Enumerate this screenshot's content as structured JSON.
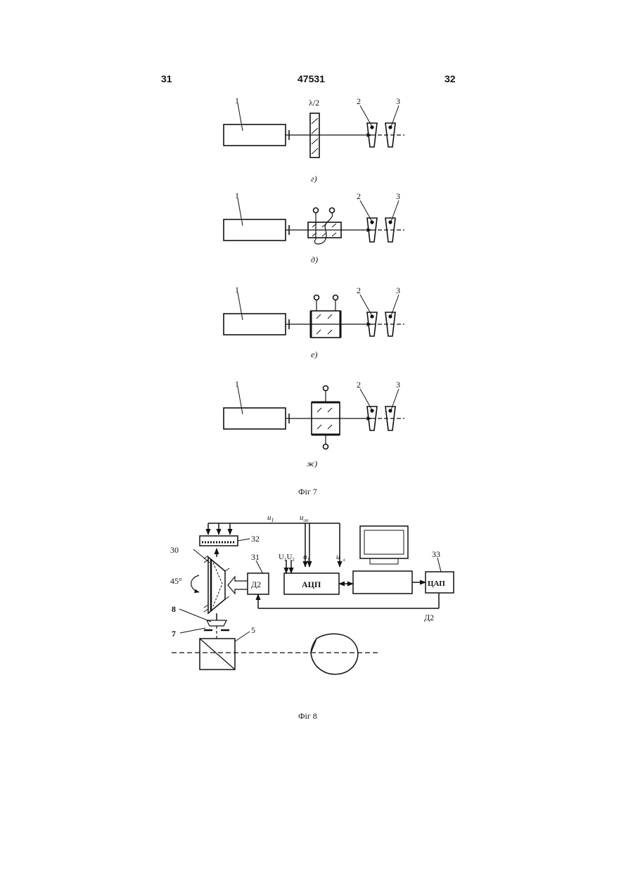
{
  "header": {
    "page_left": "31",
    "patent_number": "47531",
    "page_right": "32"
  },
  "fig7": {
    "caption": "Фіг 7",
    "panels": [
      {
        "label": "г)",
        "laser_label": "1",
        "element_label": "λ/2",
        "prism_labels": [
          "2",
          "3"
        ],
        "type": "half-wave-plate"
      },
      {
        "label": "д)",
        "laser_label": "1",
        "prism_labels": [
          "2",
          "3"
        ],
        "type": "coil-modulator"
      },
      {
        "label": "е)",
        "laser_label": "1",
        "prism_labels": [
          "2",
          "3"
        ],
        "type": "transverse-electrodes"
      },
      {
        "label": "ж)",
        "laser_label": "1",
        "prism_labels": [
          "2",
          "3"
        ],
        "type": "longitudinal-electrodes"
      }
    ]
  },
  "fig8": {
    "caption": "Фіг 8",
    "labels": {
      "n30": "30",
      "n31": "31",
      "n32": "32",
      "n33": "33",
      "n8": "8",
      "n7": "7",
      "n5": "5",
      "angle": "45°",
      "u1_top": "u",
      "u1_top_sub": "1",
      "uon": "u",
      "uon_sub": "оп",
      "U1U2": "U",
      "U1_sub": "1",
      "U2": "U",
      "U2_sub": "2",
      "u1_mid": "u",
      "u1_mid_sub": "1",
      "un": "u",
      "un_sub": "л",
      "d2_box": "Д2",
      "adc": "АЦП",
      "dac": "ЦАП",
      "d2_line": "Д2"
    }
  }
}
